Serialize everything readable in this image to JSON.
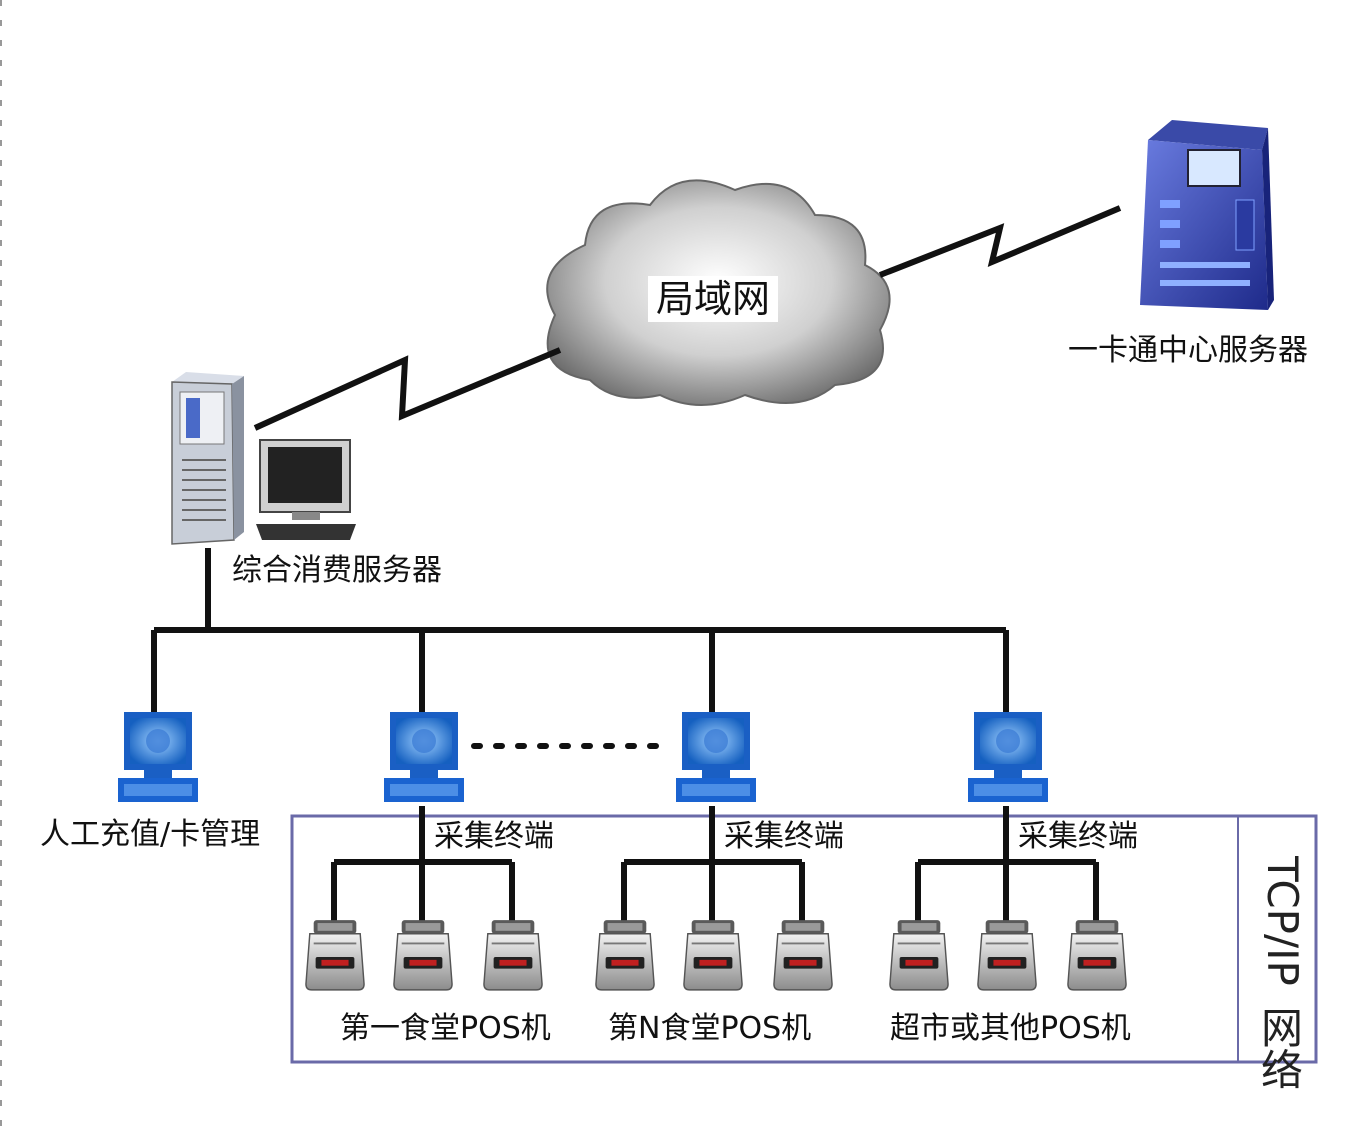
{
  "cloud": {
    "label": "局域网"
  },
  "center_server": {
    "label": "一卡通中心服务器"
  },
  "consumption_server": {
    "label": "综合消费服务器"
  },
  "manual_terminal": {
    "label": "人工充值/卡管理"
  },
  "collection_terminals": [
    {
      "label": "采集终端"
    },
    {
      "label": "采集终端"
    },
    {
      "label": "采集终端"
    }
  ],
  "pos_groups": [
    {
      "label": "第一食堂POS机"
    },
    {
      "label": "第N食堂POS机"
    },
    {
      "label": "超市或其他POS机"
    }
  ],
  "network_box": {
    "label_latin": "TCP/IP",
    "label_cn_1": "网",
    "label_cn_2": "络"
  },
  "colors": {
    "line": "#111111",
    "box_border": "#6a6aa8",
    "terminal_blue": "#1e6fd0",
    "pos_red": "#c02020"
  }
}
